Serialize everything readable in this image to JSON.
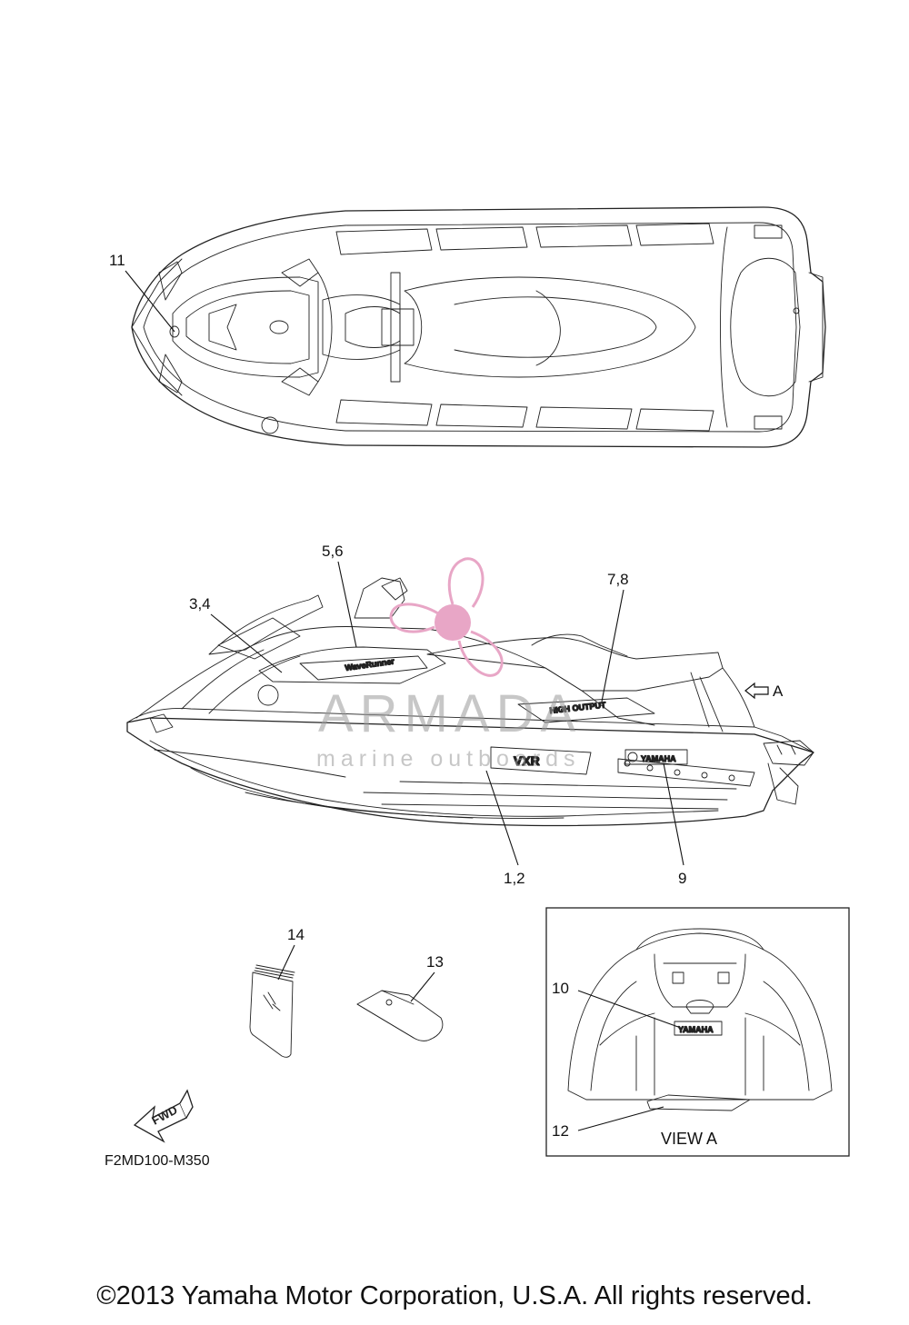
{
  "callouts": {
    "c11": "11",
    "c56": "5,6",
    "c34": "3,4",
    "c78": "7,8",
    "c12": "1,2",
    "c9": "9",
    "c14": "14",
    "c13": "13",
    "c10": "10",
    "c12b": "12",
    "arrow_a": "A"
  },
  "view_a_label": "VIEW A",
  "part_code": "F2MD100-M350",
  "fwd_label": "FWD",
  "decals": {
    "yamaha_side": "YAMAHA",
    "yamaha_rear": "YAMAHA",
    "vxr": "VXR"
  },
  "watermark": {
    "word": "ARMADA",
    "sub": "marine outboards",
    "color": "#e8a6c6"
  },
  "copyright": "©2013 Yamaha Motor Corporation, U.S.A. All rights reserved."
}
